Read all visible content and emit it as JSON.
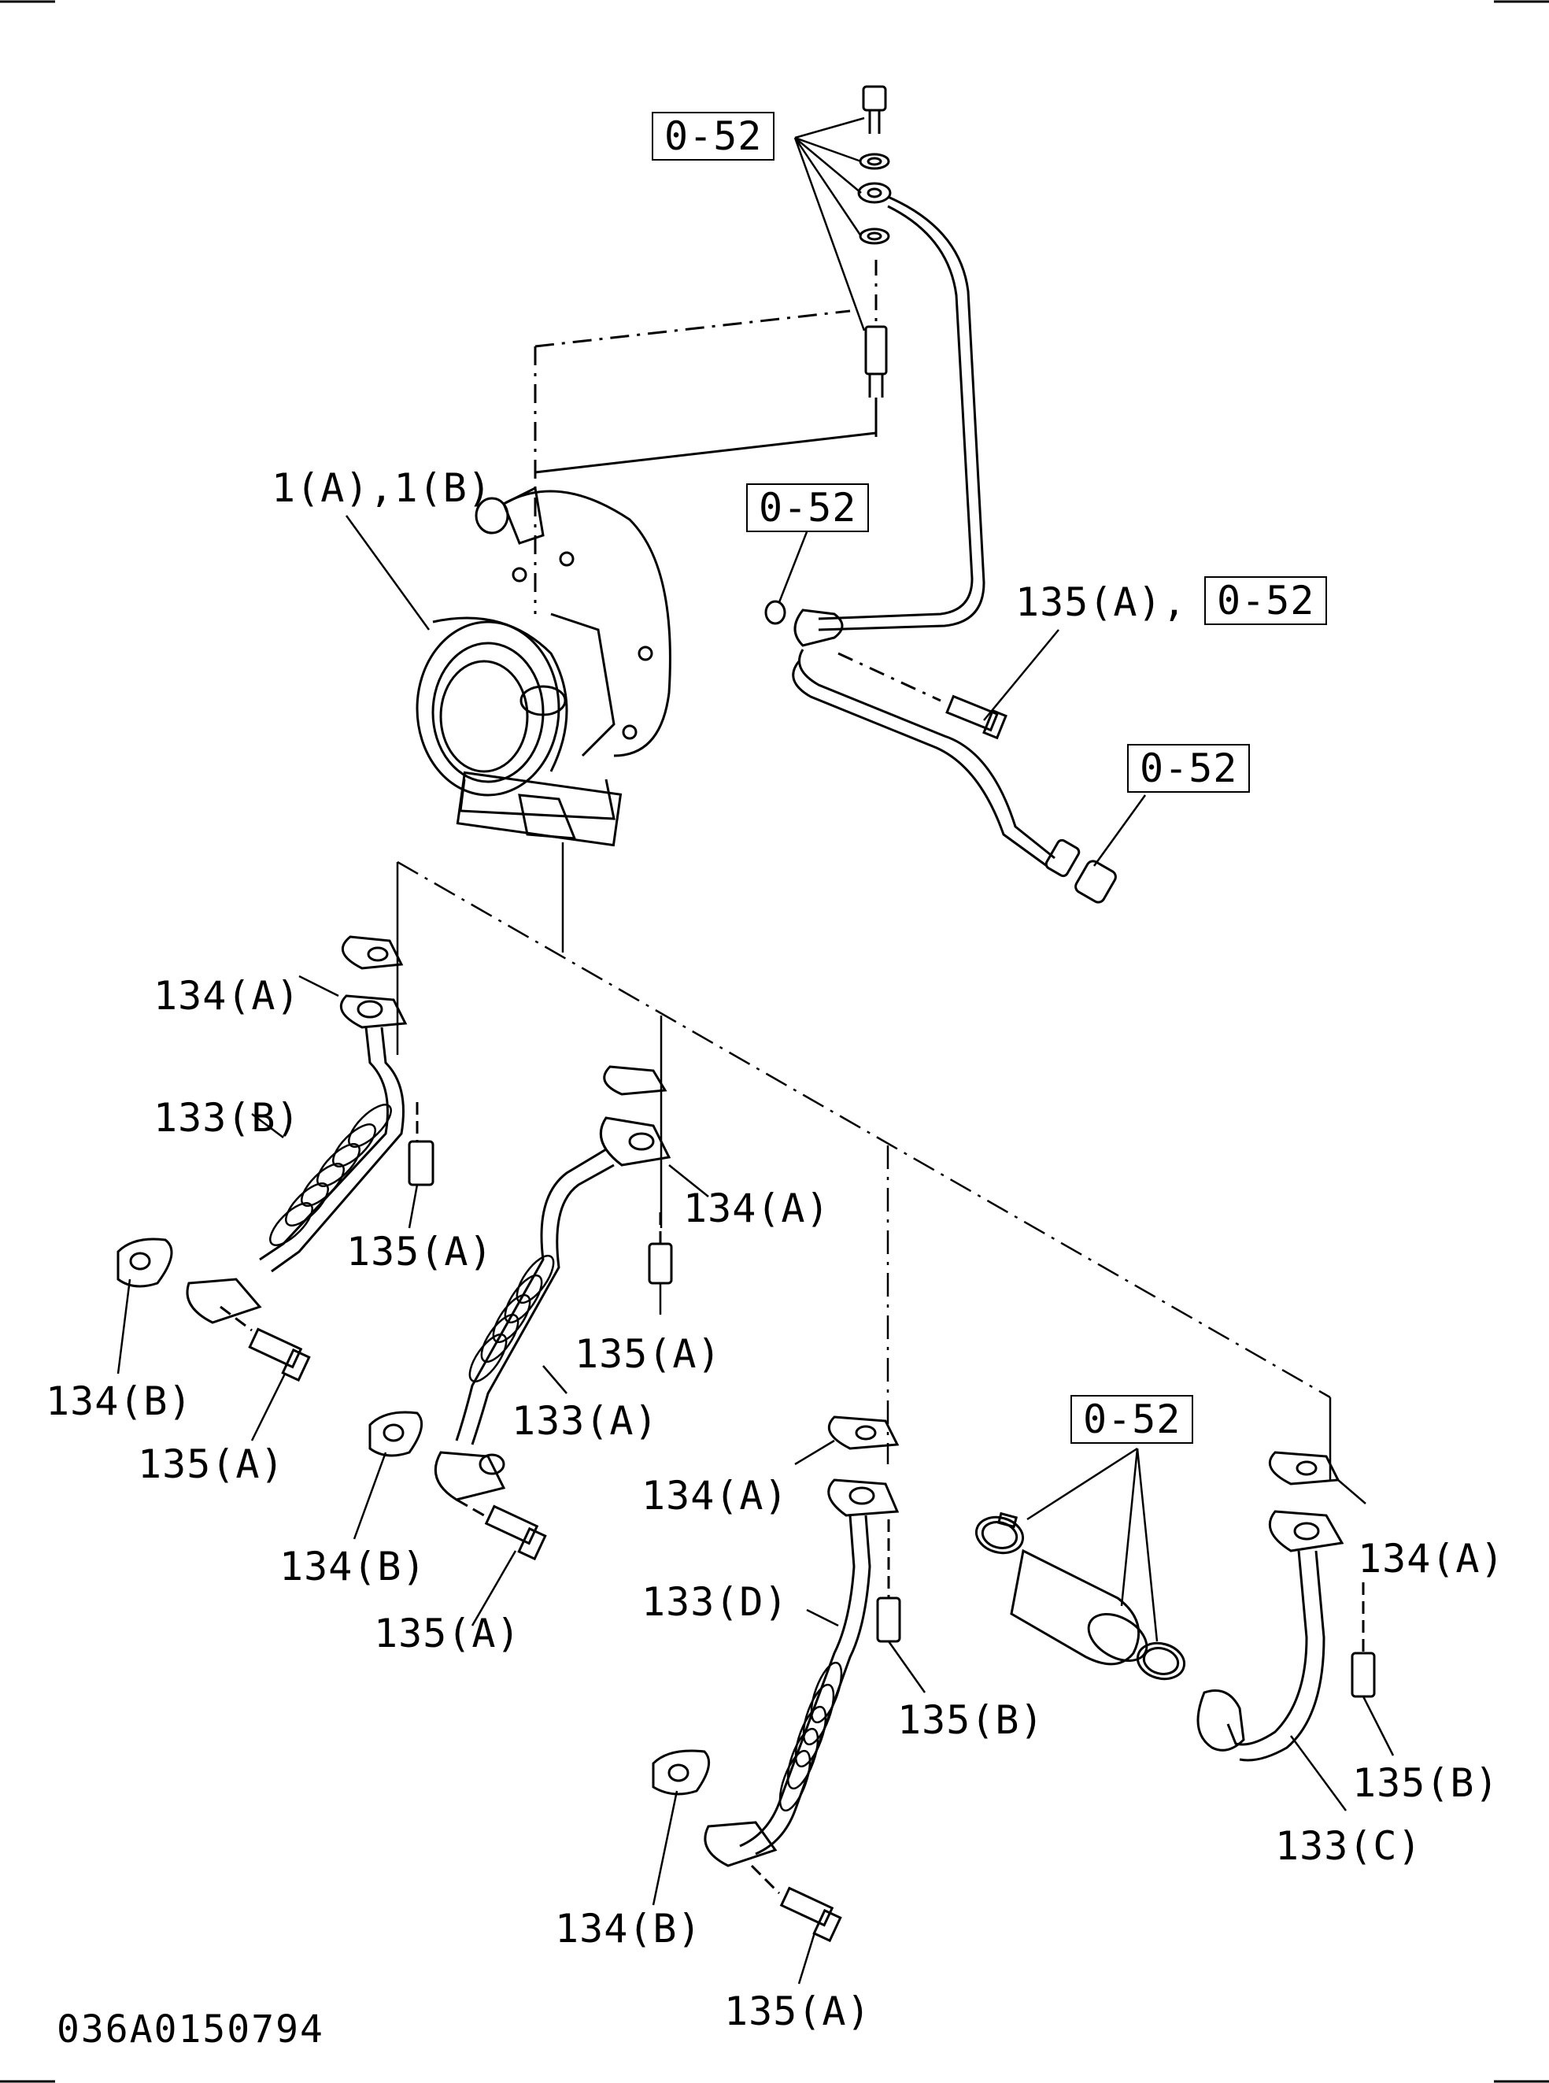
{
  "figure_id": "036A0150794",
  "refs": {
    "r052": "0-52",
    "turbo": "1(A),1(B)",
    "p134A": "134(A)",
    "p134B": "134(B)",
    "p133A": "133(A)",
    "p133B": "133(B)",
    "p133C": "133(C)",
    "p133D": "133(D)",
    "p135A": "135(A)",
    "p135B": "135(B)",
    "p135A_with": "135(A),"
  }
}
